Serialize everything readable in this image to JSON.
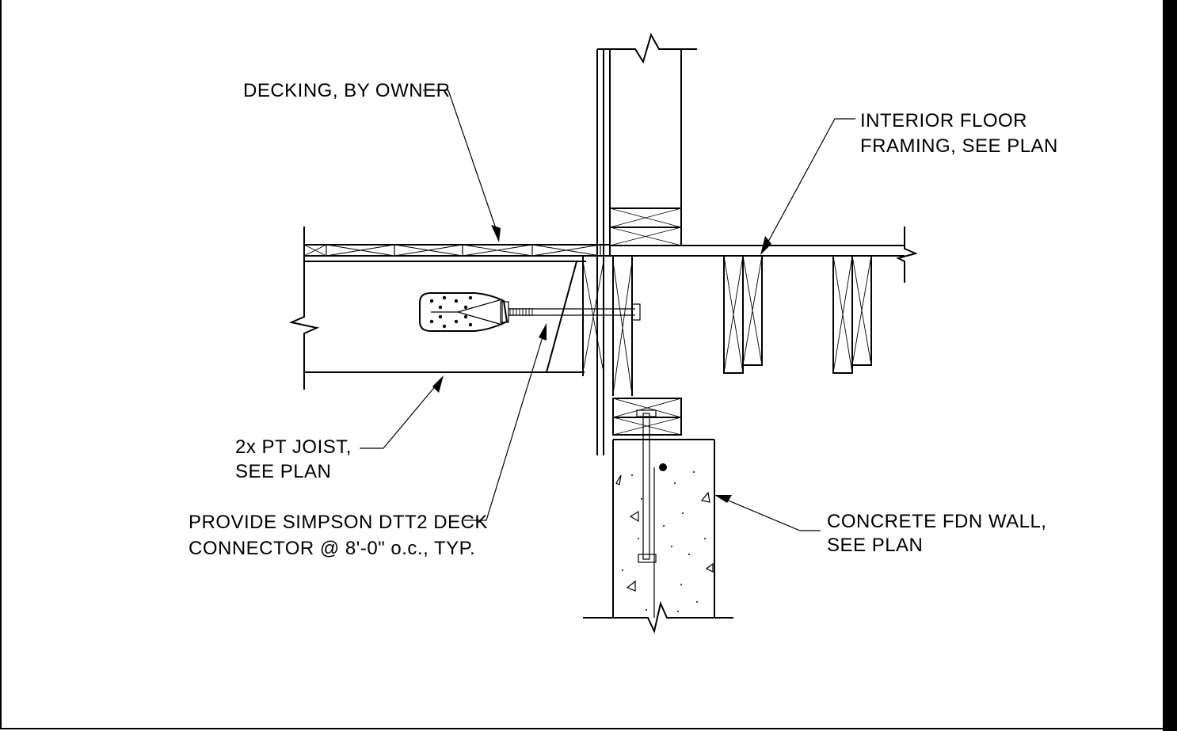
{
  "colors": {
    "ink": "#000000",
    "paper": "#ffffff"
  },
  "labels": {
    "decking": "DECKING, BY OWNER",
    "interior_floor_line1": "INTERIOR FLOOR",
    "interior_floor_line2": "FRAMING, SEE PLAN",
    "joist_line1": "2x PT JOIST,",
    "joist_line2": "SEE PLAN",
    "connector_line1": "PROVIDE SIMPSON DTT2 DECK",
    "connector_line2": "CONNECTOR @ 8'-0\" o.c., TYP.",
    "concrete_line1": "CONCRETE FDN WALL,",
    "concrete_line2": "SEE PLAN"
  },
  "icons": {
    "connector": "simpson-dtt2-connector-icon",
    "break": "break-line-icon"
  }
}
